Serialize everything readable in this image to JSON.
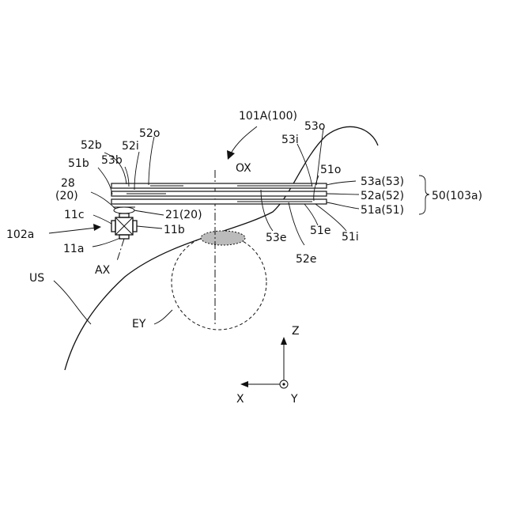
{
  "labels": {
    "l_101a": "101A(100)",
    "l_52o": "52o",
    "l_53o": "53o",
    "l_52b": "52b",
    "l_52i": "52i",
    "l_53i": "53i",
    "l_53b": "53b",
    "l_51b": "51b",
    "l_ox": "OX",
    "l_51o": "51o",
    "l_53a": "53a(53)",
    "l_52a": "52a(52)",
    "l_51a": "51a(51)",
    "l_50": "50(103a)",
    "l_28": "28",
    "l_20": "(20)",
    "l_21": "21(20)",
    "l_11c": "11c",
    "l_102a": "102a",
    "l_11b": "11b",
    "l_11a": "11a",
    "l_53e": "53e",
    "l_51e": "51e",
    "l_51i": "51i",
    "l_52e": "52e",
    "l_ax": "AX",
    "l_us": "US",
    "l_ey": "EY",
    "axis_z": "Z",
    "axis_x": "X",
    "axis_y": "Y"
  }
}
